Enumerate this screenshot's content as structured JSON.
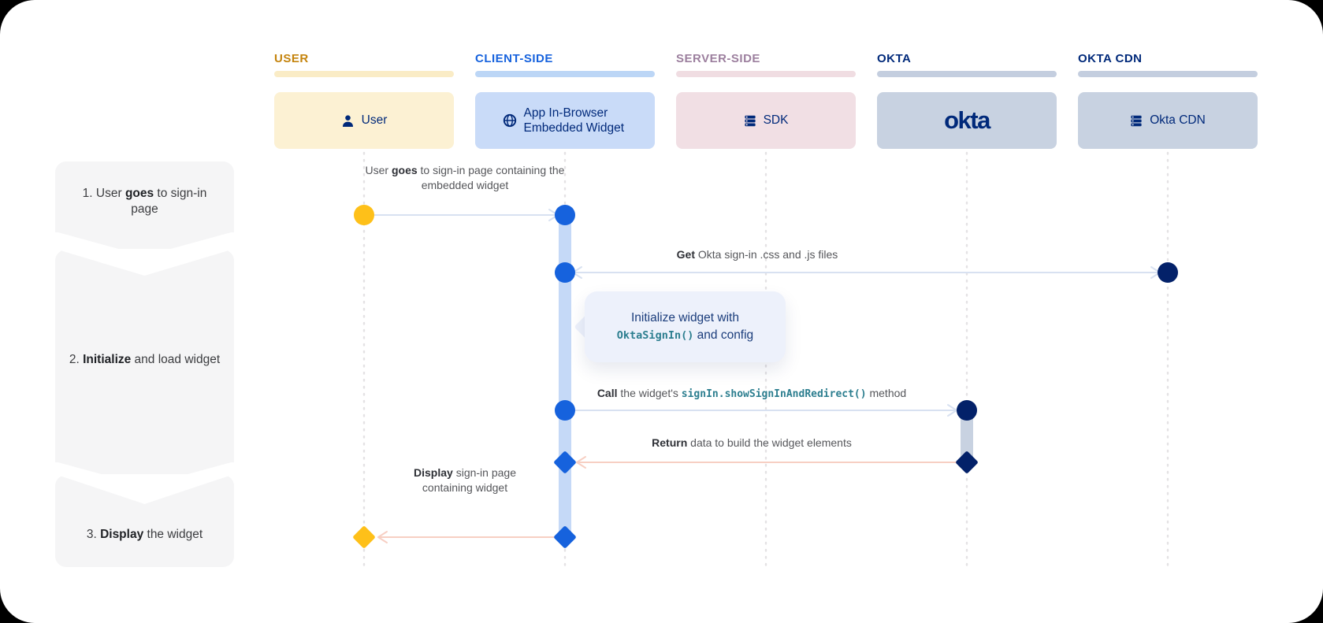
{
  "palette": {
    "user_accent": "#C4830C",
    "client_accent": "#1662DD",
    "server_accent": "#9C7F9E",
    "okta_navy": "#00297A",
    "yellow_node": "#FEC019",
    "blue_node": "#1662DD",
    "navy_node": "#032169",
    "blue_arrow": "#D8E1F1",
    "pink_arrow": "#F7CFC3",
    "step_bg": "#F5F5F6"
  },
  "columns": [
    {
      "header": "USER",
      "bar_color": "#FAECC6",
      "box_color": "#FCF1D3",
      "box_label": "User",
      "icon": "person-icon"
    },
    {
      "header": "CLIENT-SIDE",
      "bar_color": "#BCD6F6",
      "box_color": "#C9DBF8",
      "box_label": "App In-Browser Embedded Widget",
      "icon": "globe-icon"
    },
    {
      "header": "SERVER-SIDE",
      "bar_color": "#F0DDE2",
      "box_color": "#F1DFE4",
      "box_label": "SDK",
      "icon": "server-icon"
    },
    {
      "header": "OKTA",
      "bar_color": "#C4CEDF",
      "box_color": "#C8D2E1",
      "box_label": "okta",
      "icon": "okta-logo"
    },
    {
      "header": "OKTA CDN",
      "bar_color": "#C4CEDF",
      "box_color": "#C8D2E1",
      "box_label": "Okta CDN",
      "icon": "server-icon"
    }
  ],
  "steps": [
    {
      "pre": "1. User ",
      "bold": "goes",
      "post": " to sign-in page"
    },
    {
      "pre": "2. ",
      "bold": "Initialize",
      "post": " and load widget"
    },
    {
      "pre": "3. ",
      "bold": "Display",
      "post": " the widget"
    }
  ],
  "messages": [
    {
      "pre": "User ",
      "bold": "goes",
      "mid": " to sign-in page containing the embedded widget",
      "code": "",
      "post": ""
    },
    {
      "pre": "",
      "bold": "Get",
      "mid": " Okta sign-in .css and .js files",
      "code": "",
      "post": ""
    },
    {
      "pre": "",
      "bold": "Call",
      "mid": " the widget's ",
      "code": "signIn.showSignInAndRedirect()",
      "post": " method"
    },
    {
      "pre": "",
      "bold": "Return",
      "mid": " data to build the widget elements",
      "code": "",
      "post": ""
    },
    {
      "pre": "",
      "bold": "Display",
      "mid": " sign-in page containing widget",
      "code": "",
      "post": ""
    }
  ],
  "note": {
    "line1": "Initialize widget with",
    "code": "OktaSignIn()",
    "rest": " and config"
  }
}
